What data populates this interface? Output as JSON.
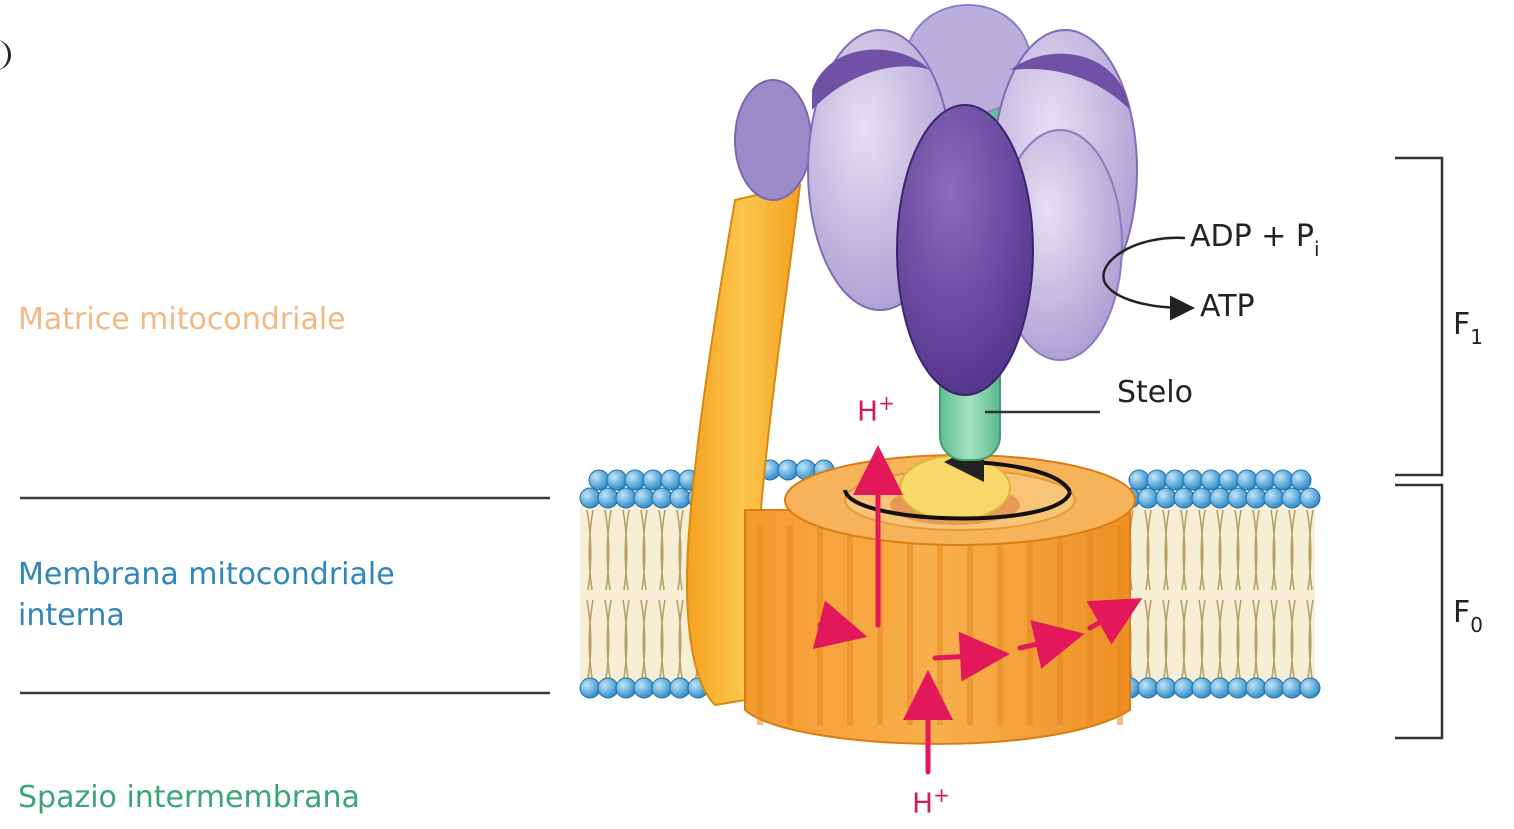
{
  "regions": {
    "matrix": "Matrice mitocondriale",
    "membrane_line1": "Membrana mitocondriale",
    "membrane_line2": "interna",
    "intermembrane": "Spazio intermembrana"
  },
  "annotations": {
    "adp": "ADP + P",
    "adp_sub": "i",
    "atp": "ATP",
    "stalk": "Stelo",
    "f1": "F",
    "f1_sub": "1",
    "f0": "F",
    "f0_sub": "0",
    "proton_top": "H",
    "proton_bottom": "H",
    "proton_charge": "+"
  },
  "colors": {
    "matrix_label": "#f2b984",
    "membrane_label": "#2f86b8",
    "intermembrane_label": "#3aa677",
    "f1_light_subunit": "#c7bde3",
    "f1_dark_subunit": "#6e4fa0",
    "stalk": "#7ccfa6",
    "f0_rotor": "#f6a23c",
    "peripheral_stalk": "#f8bb3a",
    "lipid_head": "#3b9dd6",
    "proton_path": "#e2185b"
  }
}
